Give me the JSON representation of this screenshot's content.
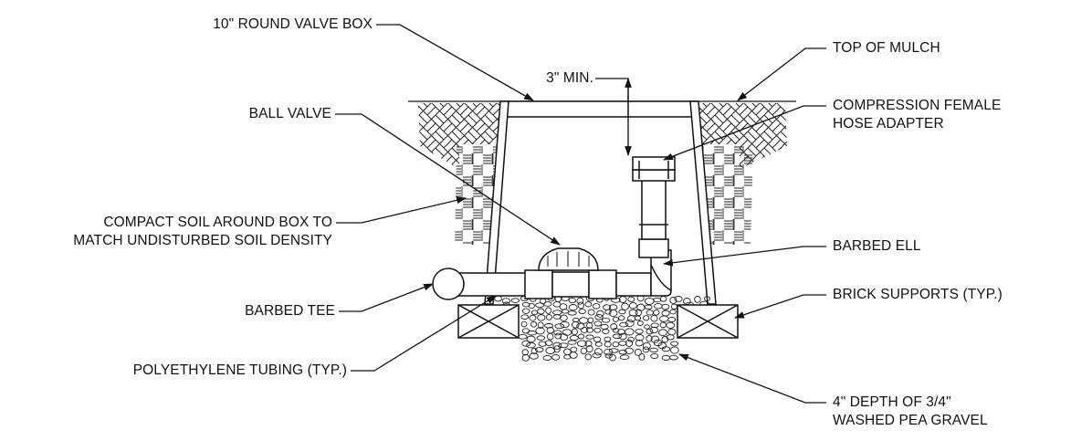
{
  "labels": {
    "valve_box": "10\" ROUND VALVE BOX",
    "top_of_mulch": "TOP OF MULCH",
    "min_depth": "3\" MIN.",
    "ball_valve": "BALL VALVE",
    "hose_adapter_1": "COMPRESSION FEMALE",
    "hose_adapter_2": "HOSE ADAPTER",
    "compact_soil_1": "COMPACT SOIL AROUND BOX TO",
    "compact_soil_2": "MATCH UNDISTURBED SOIL DENSITY",
    "barbed_ell": "BARBED ELL",
    "barbed_tee": "BARBED TEE",
    "brick_supports": "BRICK SUPPORTS (TYP.)",
    "poly_tubing": "POLYETHYLENE TUBING (TYP.)",
    "gravel_1": "4\" DEPTH OF 3/4\"",
    "gravel_2": "WASHED PEA GRAVEL"
  },
  "colors": {
    "line": "#111111",
    "background": "#ffffff"
  }
}
